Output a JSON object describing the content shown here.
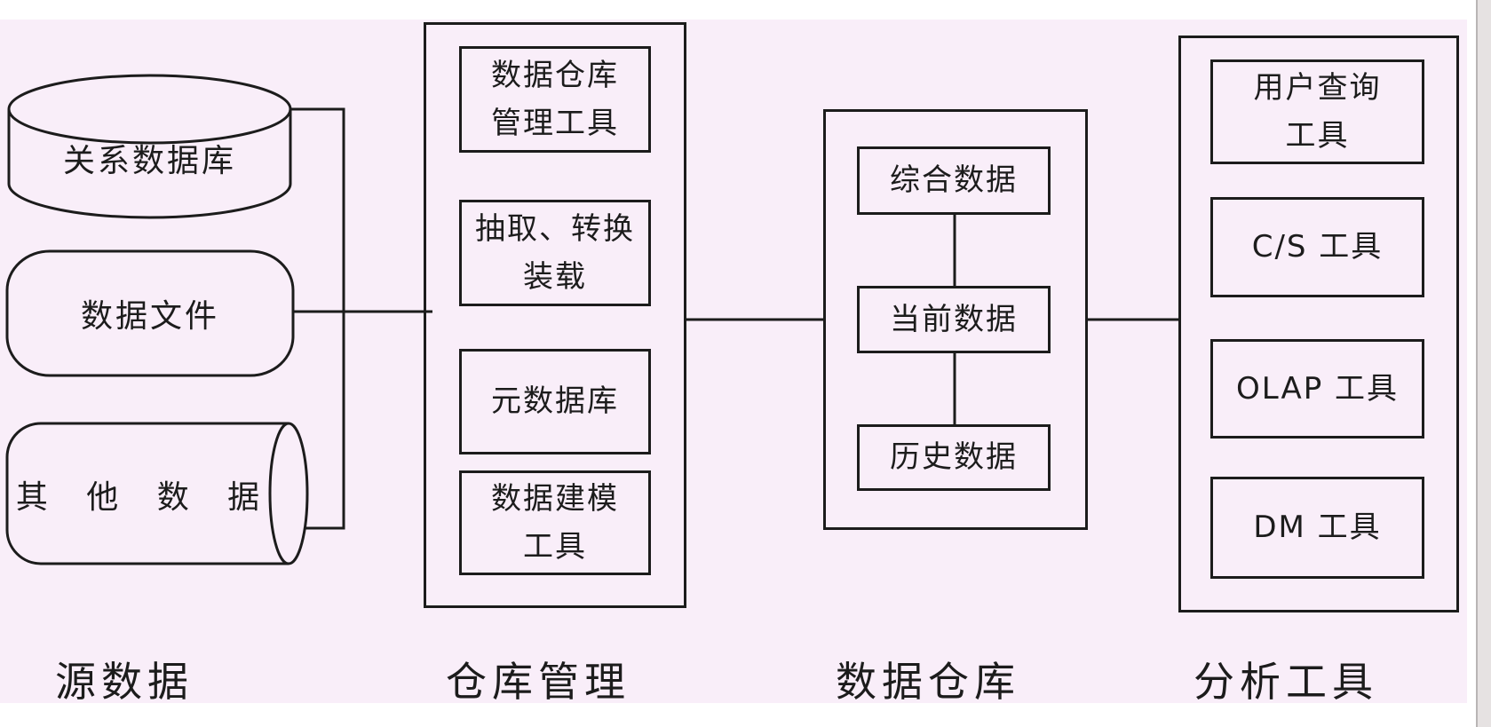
{
  "diagram": {
    "columns": [
      {
        "id": "sources",
        "label": "源数据",
        "items": [
          {
            "shape": "cylinder-vertical",
            "label": "关系数据库"
          },
          {
            "shape": "stadium",
            "label": "数据文件"
          },
          {
            "shape": "cylinder-horizontal",
            "label": "其 他 数 据"
          }
        ]
      },
      {
        "id": "warehouse-management",
        "label": "仓库管理",
        "items": [
          {
            "label": "数据仓库\n管理工具"
          },
          {
            "label": "抽取、转换\n装载"
          },
          {
            "label": "元数据库"
          },
          {
            "label": "数据建模\n工具"
          }
        ]
      },
      {
        "id": "data-warehouse",
        "label": "数据仓库",
        "items": [
          {
            "label": "综合数据"
          },
          {
            "label": "当前数据"
          },
          {
            "label": "历史数据"
          }
        ]
      },
      {
        "id": "analysis-tools",
        "label": "分析工具",
        "items": [
          {
            "label": "用户查询\n工具"
          },
          {
            "label": "C/S 工具"
          },
          {
            "label": "OLAP 工具"
          },
          {
            "label": "DM 工具"
          }
        ]
      }
    ],
    "colors": {
      "background": "#f9eef9",
      "line": "#1c1c1c",
      "page": "#ffffff",
      "scrollbar_track": "#e6e2e2"
    }
  }
}
